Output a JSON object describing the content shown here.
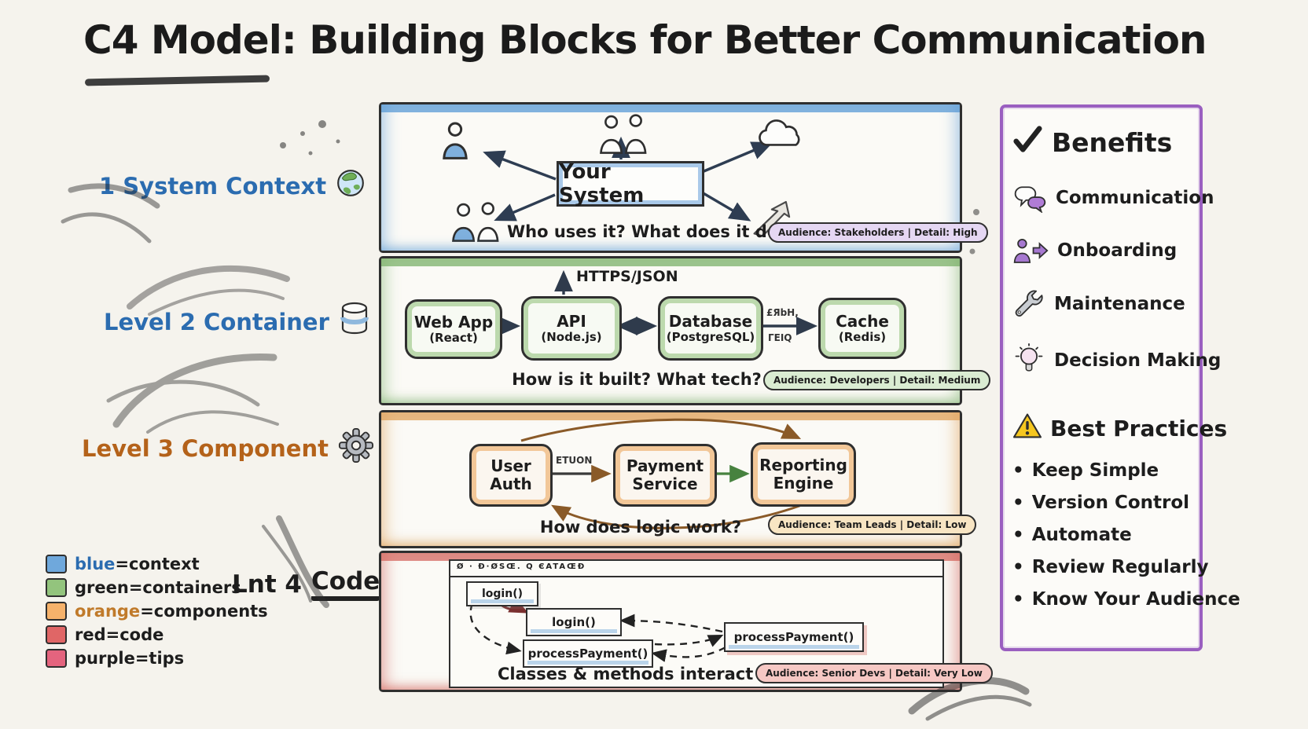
{
  "title": {
    "highlight": "C4 Model",
    "rest": ": Building Blocks for Better Communication"
  },
  "side_labels": {
    "context": "1 System Context",
    "container": "Level 2 Container",
    "component": "Level 3 Component",
    "code_prefix": "Lnt 4 ",
    "code_word": "Code"
  },
  "context_level": {
    "system_box": "Your System",
    "caption": "Who uses it? What does it do?",
    "badge": "Audience: Stakeholders | Detail: High"
  },
  "container_level": {
    "protocol": "HTTPS/JSON",
    "nodes": [
      {
        "name": "Web App",
        "tech": "(React)"
      },
      {
        "name": "API",
        "tech": "(Node.js)"
      },
      {
        "name": "Database",
        "tech": "(PostgreSQL)"
      },
      {
        "name": "Cache",
        "tech": "(Redis)"
      }
    ],
    "edge_label_top": "£ЯbН,",
    "edge_label_bottom": "ΓEIQ",
    "caption": "How is it built? What tech?",
    "badge": "Audience: Developers | Detail: Medium"
  },
  "component_level": {
    "nodes": [
      {
        "line1": "User",
        "line2": "Auth"
      },
      {
        "line1": "Payment",
        "line2": "Service"
      },
      {
        "line1": "Reporting",
        "line2": "Engine"
      }
    ],
    "edge_label": "ETUON",
    "caption": "How does logic work?",
    "badge": "Audience: Team Leads | Detail: Low"
  },
  "code_level": {
    "window_title": "Ø · Ð·ØSŒ. Q ЄATAŒÐ",
    "methods": [
      "login()",
      "login()",
      "processPayment()",
      "processPayment()"
    ],
    "caption": "Classes & methods interact",
    "badge": "Audience: Senior Devs | Detail: Very Low"
  },
  "benefits": {
    "title": "Benefits",
    "items": [
      {
        "icon": "speech-bubbles-icon",
        "label": "Communication"
      },
      {
        "icon": "person-arrow-icon",
        "label": "Onboarding"
      },
      {
        "icon": "wrench-icon",
        "label": "Maintenance"
      },
      {
        "icon": "lightbulb-icon",
        "label": "Decision Making"
      }
    ]
  },
  "best_practices": {
    "title": "Best Practices",
    "bullet": "•",
    "items": [
      "Keep Simple",
      "Version Control",
      "Automate",
      "Review Regularly",
      "Know Your Audience"
    ]
  },
  "legend": {
    "items": [
      {
        "color_word": "blue",
        "rest": "=context",
        "swatch": "#6fa8dc"
      },
      {
        "color_word": "green",
        "rest": "=containers",
        "swatch": "#93c47d"
      },
      {
        "color_word": "orange",
        "rest": "=components",
        "swatch": "#f6b26b"
      },
      {
        "color_word": "red",
        "rest": "=code",
        "swatch": "#e06666"
      },
      {
        "color_word": "purple",
        "rest": "=tips",
        "swatch": "#e4647e"
      }
    ]
  },
  "icons": {
    "context_label": "globe-icon",
    "container_label": "database-icon",
    "component_label": "gear-icon",
    "code_label": "gear-icon",
    "benefits_heading": "check-icon",
    "best_practices_heading": "warning-triangle-icon"
  },
  "colors": {
    "context_accent": "#5b9bd5",
    "container_accent": "#7cb26a",
    "component_accent": "#e2a35b",
    "code_accent": "#d66a62",
    "tips_border": "#9a5fc0",
    "context_badge_bg": "#e5d7f3",
    "container_badge_bg": "#daecd2",
    "component_badge_bg": "#f8e5c3",
    "code_badge_bg": "#f6c8c4",
    "blue_text": "#2b6cb0",
    "orange_text": "#b4621a"
  }
}
